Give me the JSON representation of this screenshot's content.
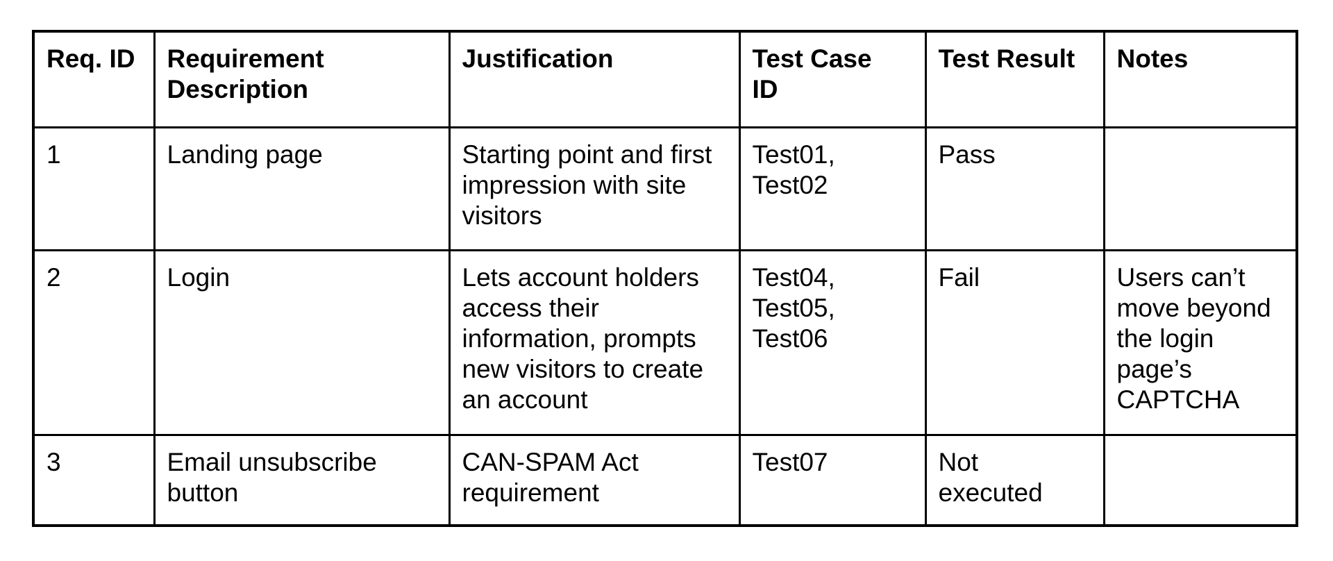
{
  "table": {
    "columns": [
      "Req. ID",
      "Requirement\nDescription",
      "Justification",
      "Test Case\nID",
      "Test Result",
      "Notes"
    ],
    "rows": [
      {
        "req_id": "1",
        "description": "Landing page",
        "justification": "Starting point and first\nimpression with site\nvisitors",
        "test_case_id": "Test01,\nTest02",
        "test_result": "Pass",
        "notes": ""
      },
      {
        "req_id": "2",
        "description": "Login",
        "justification": "Lets account holders\naccess their\ninformation, prompts\nnew visitors to create\nan account",
        "test_case_id": "Test04,\nTest05,\nTest06",
        "test_result": "Fail",
        "notes": "Users can’t\nmove beyond\nthe login\npage’s\nCAPTCHA"
      },
      {
        "req_id": "3",
        "description": "Email unsubscribe\nbutton",
        "justification": "CAN-SPAM Act\nrequirement",
        "test_case_id": "Test07",
        "test_result": "Not\nexecuted",
        "notes": ""
      }
    ]
  }
}
